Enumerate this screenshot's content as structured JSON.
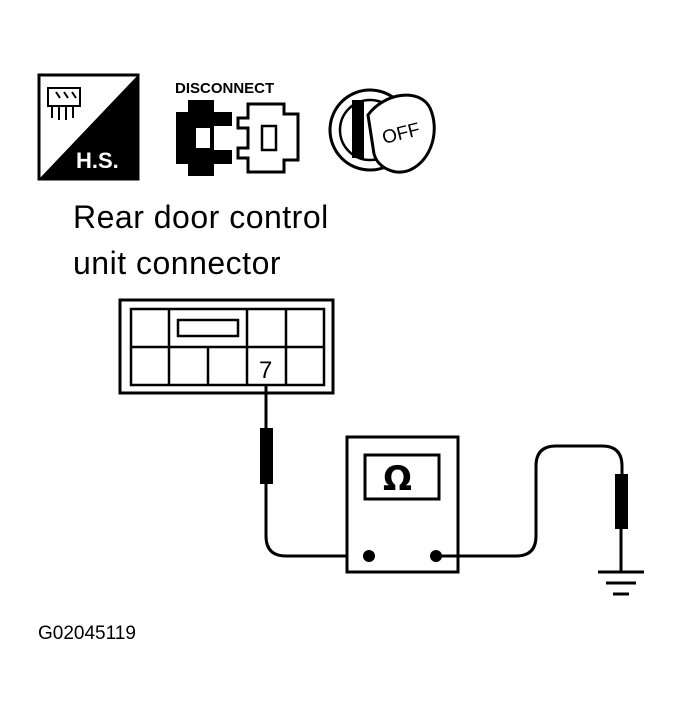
{
  "icons": {
    "harness_side": {
      "name": "harness-side-icon",
      "text": "H.S."
    },
    "disconnect": {
      "name": "disconnect-icon",
      "text": "DISCONNECT"
    },
    "ignition": {
      "name": "ignition-off-icon",
      "text": "OFF"
    }
  },
  "connector": {
    "title_line1": "Rear door control",
    "title_line2": "unit connector",
    "pin_label": "7"
  },
  "meter": {
    "name": "ohmmeter",
    "symbol": "Ω"
  },
  "ground": {
    "name": "ground-symbol"
  },
  "figure_id": "G02045119"
}
